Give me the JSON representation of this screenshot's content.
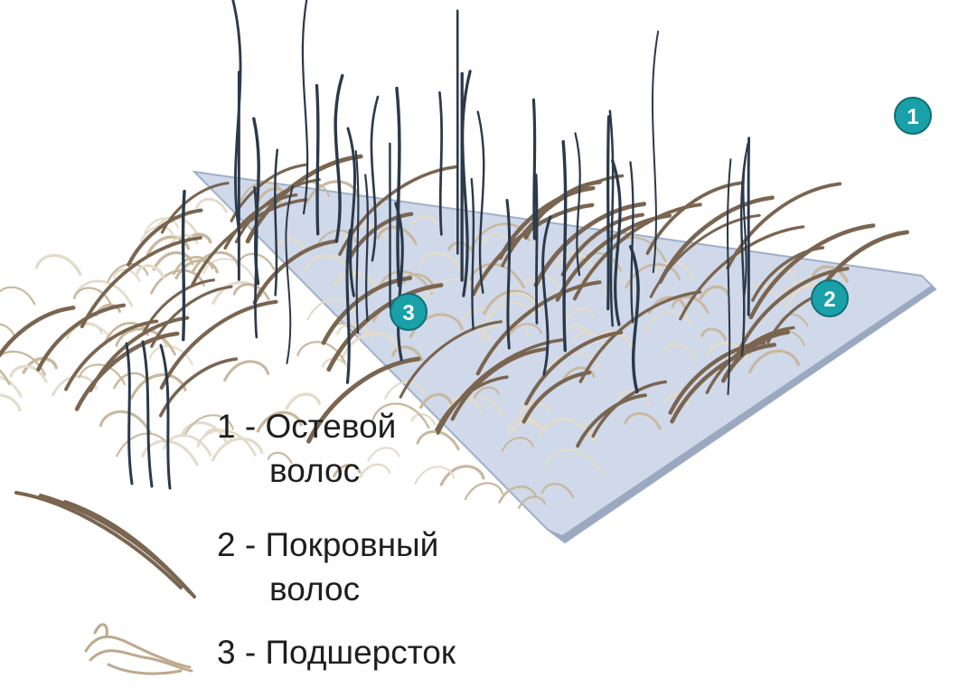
{
  "markers": [
    {
      "number": "1",
      "label": "Остевой волос"
    },
    {
      "number": "2",
      "label": "Покровный волос"
    },
    {
      "number": "3",
      "label": "Подшерсток"
    }
  ],
  "legend": [
    {
      "line1": "1 - Остевой",
      "line2": "волос"
    },
    {
      "line1": "2 - Покровный",
      "line2": "волос"
    },
    {
      "line1": "3 - Подшерсток",
      "line2": ""
    }
  ],
  "colors": {
    "guard_hair": "#2b3a4a",
    "cover_hair": "#7a6550",
    "undercoat": "#c9b89f",
    "skin": "#cfd9ea",
    "marker": "#1aa0a8"
  }
}
